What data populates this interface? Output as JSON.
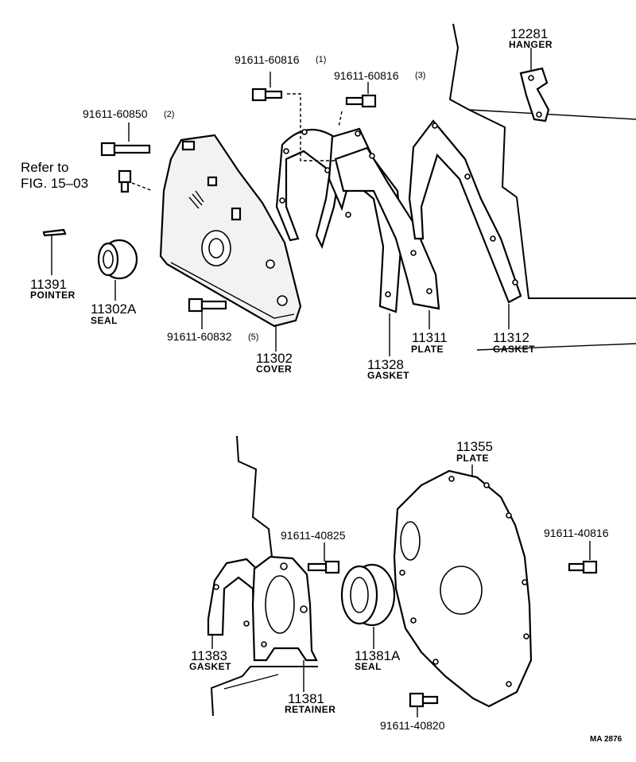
{
  "parts": {
    "p12281": {
      "number": "12281",
      "name": "HANGER"
    },
    "p11302": {
      "number": "11302",
      "name": "COVER"
    },
    "p11302A": {
      "number": "11302A",
      "name": "SEAL"
    },
    "p11391": {
      "number": "11391",
      "name": "POINTER"
    },
    "p11328": {
      "number": "11328",
      "name": "GASKET"
    },
    "p11311": {
      "number": "11311",
      "name": "PLATE"
    },
    "p11312": {
      "number": "11312",
      "name": "GASKET"
    },
    "p11355": {
      "number": "11355",
      "name": "PLATE"
    },
    "p11383": {
      "number": "11383",
      "name": "GASKET"
    },
    "p11381": {
      "number": "11381",
      "name": "RETAINER"
    },
    "p11381A": {
      "number": "11381A",
      "name": "SEAL"
    }
  },
  "bolts": {
    "b1": {
      "number": "91611-60816",
      "qty": "(1)"
    },
    "b3": {
      "number": "91611-60816",
      "qty": "(3)"
    },
    "b2": {
      "number": "91611-60850",
      "qty": "(2)"
    },
    "b5": {
      "number": "91611-60832",
      "qty": "(5)"
    },
    "b40825": {
      "number": "91611-40825"
    },
    "b40816": {
      "number": "91611-40816"
    },
    "b40820": {
      "number": "91611-40820"
    }
  },
  "reference": {
    "line1": "Refer to",
    "line2": "FIG. 15–03"
  },
  "figure_code": "MA 2876"
}
